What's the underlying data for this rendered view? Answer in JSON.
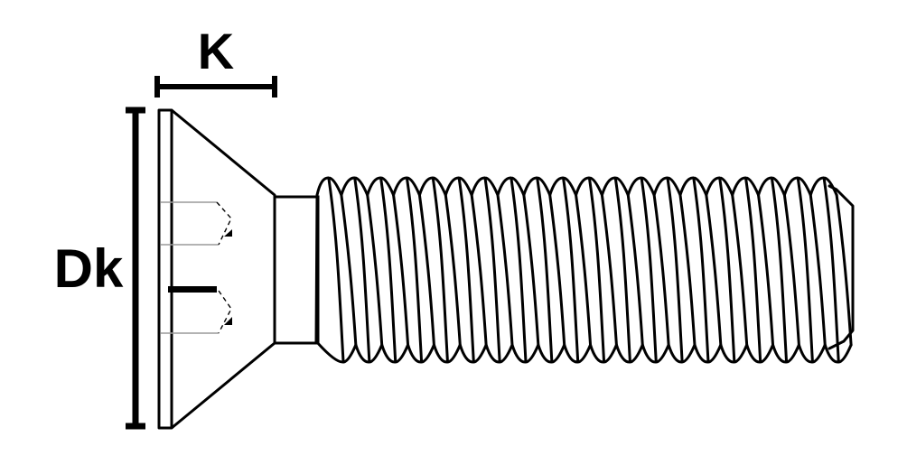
{
  "labels": {
    "head_height": "K",
    "head_diameter": "Dk"
  },
  "colors": {
    "stroke": "#000000",
    "hidden_line": "#9a9a9a",
    "background": "#ffffff"
  },
  "drawing": {
    "part": "countersunk-socket-head-screw",
    "thread_crest_count": 20
  }
}
